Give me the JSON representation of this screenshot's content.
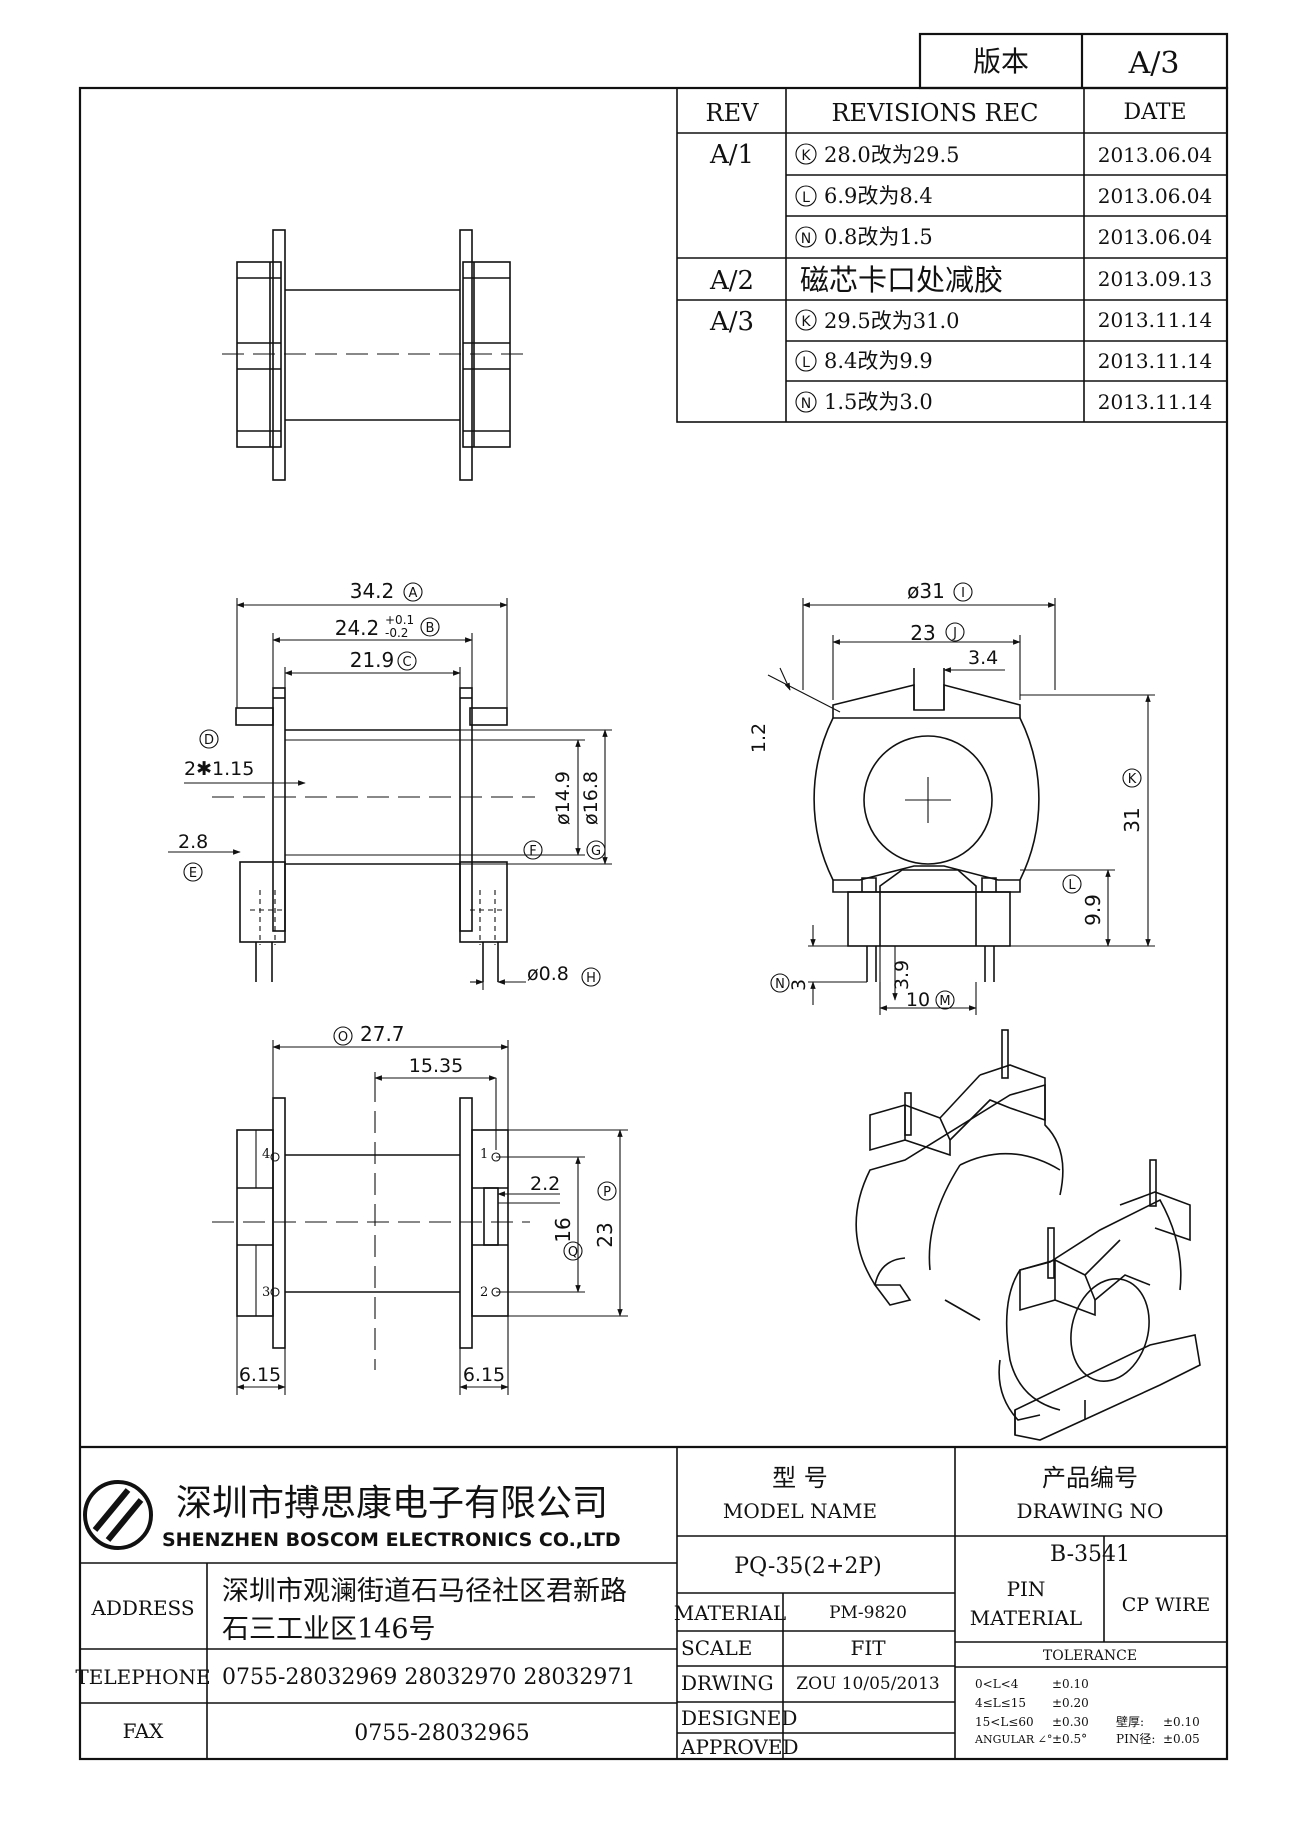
{
  "version_box": {
    "label": "版本",
    "value": "A/3"
  },
  "revisions": {
    "headers": {
      "rev": "REV",
      "rec": "REVISIONS REC",
      "date": "DATE"
    },
    "rows": [
      {
        "rev": "A/1",
        "mark": "K",
        "text": "28.0改为29.5",
        "date": "2013.06.04"
      },
      {
        "rev": "",
        "mark": "L",
        "text": "6.9改为8.4",
        "date": "2013.06.04"
      },
      {
        "rev": "",
        "mark": "N",
        "text": "0.8改为1.5",
        "date": "2013.06.04"
      },
      {
        "rev": "A/2",
        "mark": "",
        "text": "磁芯卡口处减胶",
        "date": "2013.09.13"
      },
      {
        "rev": "A/3",
        "mark": "K",
        "text": "29.5改为31.0",
        "date": "2013.11.14"
      },
      {
        "rev": "",
        "mark": "L",
        "text": "8.4改为9.9",
        "date": "2013.11.14"
      },
      {
        "rev": "",
        "mark": "N",
        "text": "1.5改为3.0",
        "date": "2013.11.14"
      }
    ]
  },
  "dims": {
    "a": {
      "value": "34.2",
      "mark": "A"
    },
    "b": {
      "value": "24.2",
      "tol_plus": "+0.1",
      "tol_minus": "-0.2",
      "mark": "B"
    },
    "c": {
      "value": "21.9",
      "mark": "C"
    },
    "d": {
      "mark": "D",
      "value": "2✱1.15"
    },
    "e": {
      "value": "2.8",
      "mark": "E"
    },
    "f": {
      "value": "ø14.9",
      "mark": "F"
    },
    "g": {
      "value": "ø16.8",
      "mark": "G"
    },
    "h": {
      "value": "ø0.8",
      "mark": "H"
    },
    "i": {
      "value": "ø31",
      "mark": "I"
    },
    "j": {
      "value": "23",
      "mark": "J"
    },
    "slot": "3.4",
    "wall": "1.2",
    "k": {
      "value": "31",
      "mark": "K"
    },
    "l": {
      "value": "9.9",
      "mark": "L"
    },
    "m": {
      "value": "10",
      "mark": "M"
    },
    "n": {
      "value": "3",
      "mark": "N"
    },
    "pin_h": "3.9",
    "o": {
      "value": "27.7",
      "mark": "O"
    },
    "p1535": "15.35",
    "p": {
      "value": "23",
      "mark": "P"
    },
    "q": {
      "value": "16",
      "mark": "Q"
    },
    "p22": "2.2",
    "s615a": "6.15",
    "s615b": "6.15",
    "pins": [
      "1",
      "2",
      "3",
      "4"
    ]
  },
  "company": {
    "name_cn": "深圳市搏思康电子有限公司",
    "name_en": "SHENZHEN  BOSCOM  ELECTRONICS  CO.,LTD",
    "address_label": "ADDRESS",
    "address_line1": "深圳市观澜街道石马径社区君新路",
    "address_line2": "石三工业区146号",
    "telephone_label": "TELEPHONE",
    "telephone": "0755-28032969  28032970  28032971",
    "fax_label": "FAX",
    "fax": "0755-28032965"
  },
  "title_block": {
    "model_cn": "型     号",
    "model_en": "MODEL NAME",
    "model_value": "PQ-35(2+2P)",
    "drawing_cn": "产品编号",
    "drawing_en": "DRAWING NO",
    "drawing_value": "B-3541",
    "material_label": "MATERIAL",
    "material_value": "PM-9820",
    "pin_label": "PIN",
    "pin_material_label": "MATERIAL",
    "pin_material_value": "CP WIRE",
    "scale_label": "SCALE",
    "scale_value": "FIT",
    "drwing_label": "DRWING",
    "drwing_value": "ZOU 10/05/2013",
    "designed_label": "DESIGNED",
    "approved_label": "APPROVED",
    "tolerance_label": "TOLERANCE",
    "tolerance_rows": [
      {
        "range": "0<L<4",
        "tol": "±0.10"
      },
      {
        "range": "4≤L≤15",
        "tol": "±0.20"
      },
      {
        "range": "15<L≤60",
        "tol": "±0.30"
      },
      {
        "range": "ANGULAR ∠°",
        "tol": "±0.5°"
      }
    ],
    "wall_label": "壁厚:",
    "wall_tol": "±0.10",
    "pin_dia_label": "PIN径:",
    "pin_dia_tol": "±0.05"
  }
}
